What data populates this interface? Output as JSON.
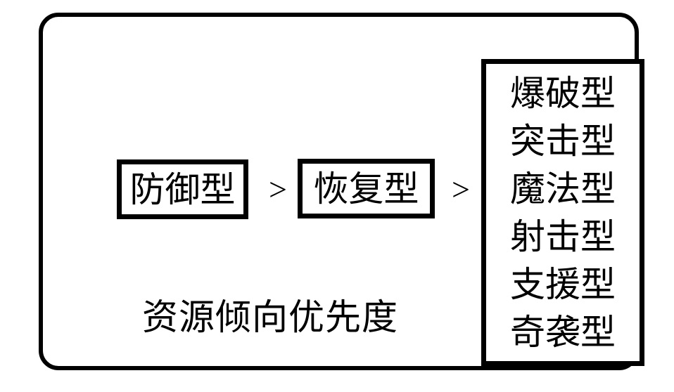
{
  "diagram": {
    "caption": "资源倾向优先度",
    "separator_symbol": ">",
    "priority_chain": [
      {
        "label": "防御型"
      },
      {
        "label": "恢复型"
      }
    ],
    "type_list": {
      "items": [
        "爆破型",
        "突击型",
        "魔法型",
        "射击型",
        "支援型",
        "奇袭型"
      ]
    },
    "colors": {
      "ink": "#000000",
      "background": "#ffffff"
    }
  }
}
